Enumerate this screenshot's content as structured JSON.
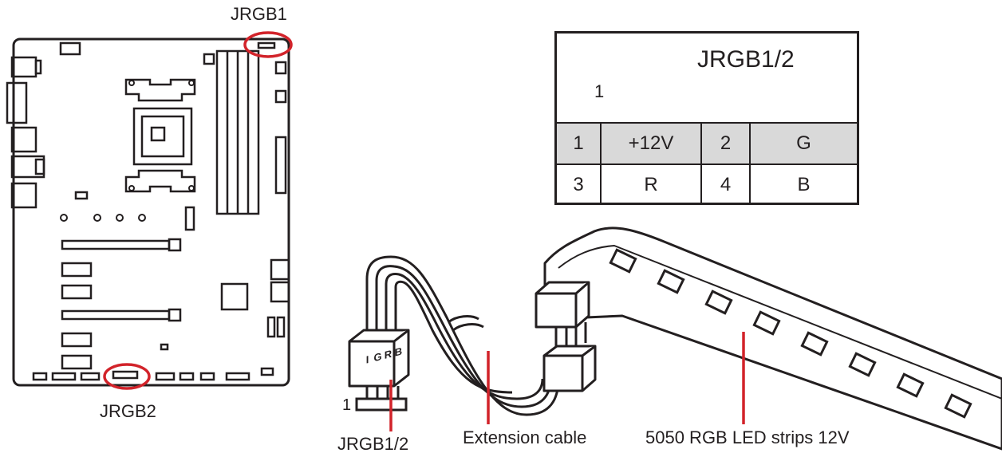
{
  "board": {
    "top_callout": "JRGB1",
    "bottom_callout": "JRGB2"
  },
  "pinout": {
    "header_label": "JRGB1/2",
    "pin1_marker": "1",
    "rows": [
      {
        "pin_a": "1",
        "signal_a": "+12V",
        "pin_b": "2",
        "signal_b": "G"
      },
      {
        "pin_a": "3",
        "signal_a": "R",
        "pin_b": "4",
        "signal_b": "B"
      }
    ]
  },
  "connector": {
    "pin_letters": [
      "I",
      "G",
      "R",
      "B"
    ],
    "pin1_marker": "1"
  },
  "callouts": {
    "header": "JRGB1/2",
    "extension": "Extension cable",
    "strip": "5050 RGB LED strips 12V"
  },
  "colors": {
    "line": "#231f20",
    "highlight": "#d2232a",
    "table_shade": "#d9d9d9"
  }
}
